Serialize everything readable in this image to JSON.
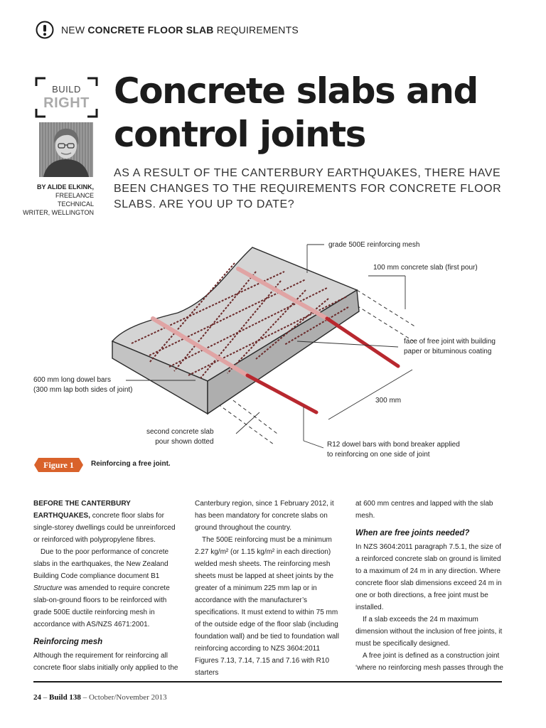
{
  "header": {
    "prefix": "NEW",
    "topic": "CONCRETE FLOOR SLAB",
    "suffix": "REQUIREMENTS"
  },
  "logo": {
    "line1": "BUILD",
    "line2": "RIGHT"
  },
  "title": "Concrete slabs and control joints",
  "subtitle": "AS A RESULT OF THE CANTERBURY EARTHQUAKES, THERE HAVE BEEN CHANGES TO THE REQUIREMENTS FOR CONCRETE FLOOR SLABS. ARE YOU UP TO DATE?",
  "author": {
    "name": "BY ALIDE ELKINK,",
    "role": "FREELANCE TECHNICAL",
    "location": "WRITER, WELLINGTON"
  },
  "figure": {
    "callouts": {
      "mesh": "grade 500E reinforcing mesh",
      "slab": "100 mm concrete slab (first pour)",
      "face_line1": "face of free joint with building",
      "face_line2": "paper or bituminous coating",
      "dim": "300 mm",
      "dowel_line1": "600 mm long dowel bars",
      "dowel_line2": "(300 mm lap both sides of joint)",
      "second_line1": "second concrete slab",
      "second_line2": "pour shown dotted",
      "r12_line1": "R12 dowel bars with bond breaker applied",
      "r12_line2": "to reinforcing on one side of joint"
    },
    "label": "Figure 1",
    "caption": "Reinforcing a free joint.",
    "colors": {
      "badge": "#d9622b",
      "dowel": "#b8282f",
      "slab_top": "#d6d6d6",
      "slab_side": "#bdbdbd"
    }
  },
  "columns": {
    "c1": {
      "lead_bold": "BEFORE THE CANTERBURY EARTHQUAKES,",
      "lead_rest": " concrete floor slabs for single-storey dwellings could be unreinforced or reinforced with polypropylene fibres.",
      "p2_a": "Due to the poor performance of concrete slabs in the earthquakes, the New Zealand Building Code compliance document B1 ",
      "p2_italic": "Structure",
      "p2_b": " was amended to require concrete slab-on-ground floors to be reinforced with grade 500E ductile reinforcing mesh in accordance with AS/NZS 4671:2001.",
      "heading": "Reinforcing mesh",
      "p3": "Although the requirement for reinforcing all concrete floor slabs initially only applied to the"
    },
    "c2": {
      "p1": "Canterbury region, since 1 February 2012, it has been mandatory for concrete slabs on ground throughout the country.",
      "p2": "The 500E reinforcing must be a minimum 2.27 kg/m² (or 1.15 kg/m² in each direction) welded mesh sheets. The reinforcing mesh sheets must be lapped at sheet joints by the greater of a minimum 225 mm lap or in accordance with the manufacturer’s specifications. It must extend to within 75 mm of the outside edge of the floor slab (including foundation wall) and be tied to foundation wall reinforcing according to NZS 3604:2011 Figures 7.13, 7.14, 7.15 and 7.16 with R10 starters"
    },
    "c3": {
      "p1": "at 600 mm centres and lapped with the slab mesh.",
      "heading": "When are free joints needed?",
      "p2": "In NZS 3604:2011 paragraph 7.5.1, the size of a reinforced concrete slab on ground is limited to a maximum of 24 m in any direction. Where concrete floor slab dimensions exceed 24 m in one or both directions, a free joint must be installed.",
      "p3": "If a slab exceeds the 24 m maximum dimension without the inclusion of free joints, it must be specifically designed.",
      "p4": "A free joint is defined as a construction joint ‘where no reinforcing mesh passes through the"
    }
  },
  "footer": {
    "page": "24",
    "sep1": " – ",
    "magazine": "Build 138",
    "sep2": " – ",
    "issue": "October/November 2013"
  }
}
